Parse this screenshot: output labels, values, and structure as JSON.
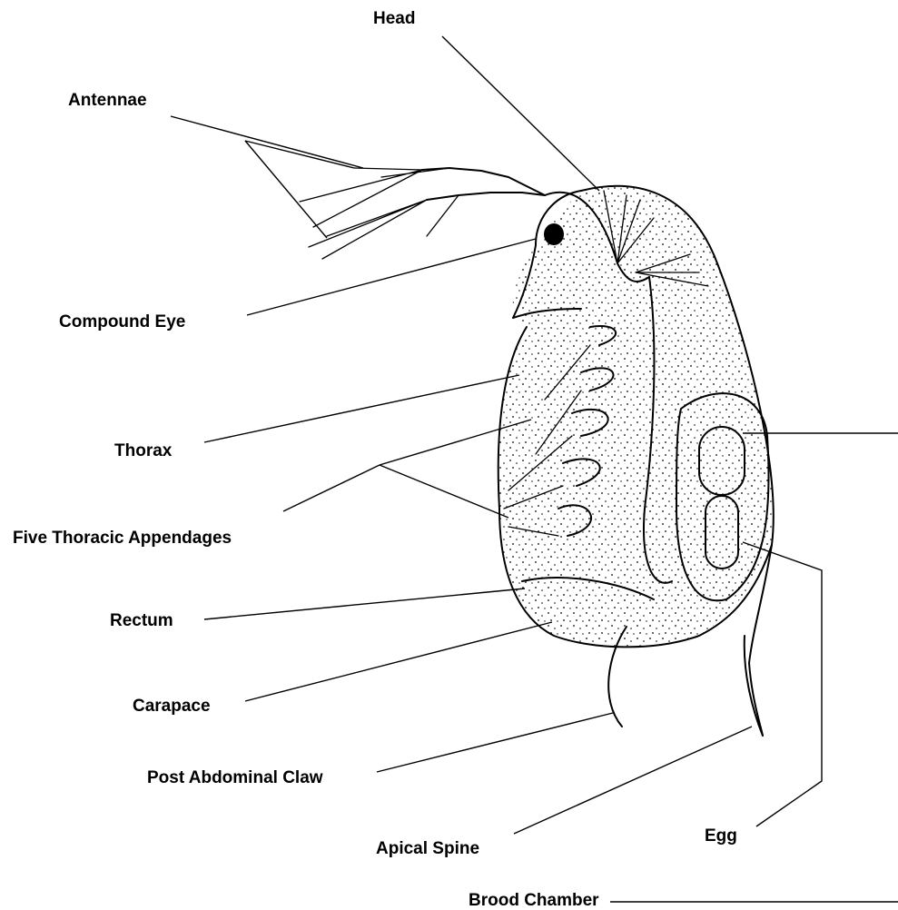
{
  "diagram": {
    "colors": {
      "ink": "#000000",
      "background": "#ffffff"
    },
    "labels": {
      "head": "Head",
      "antennae": "Antennae",
      "compound_eye": "Compound Eye",
      "thorax": "Thorax",
      "five_thoracic_appendages": "Five Thoracic Appendages",
      "rectum": "Rectum",
      "carapace": "Carapace",
      "post_abdominal_claw": "Post Abdominal Claw",
      "apical_spine": "Apical Spine",
      "egg": "Egg",
      "brood_chamber": "Brood Chamber"
    }
  }
}
